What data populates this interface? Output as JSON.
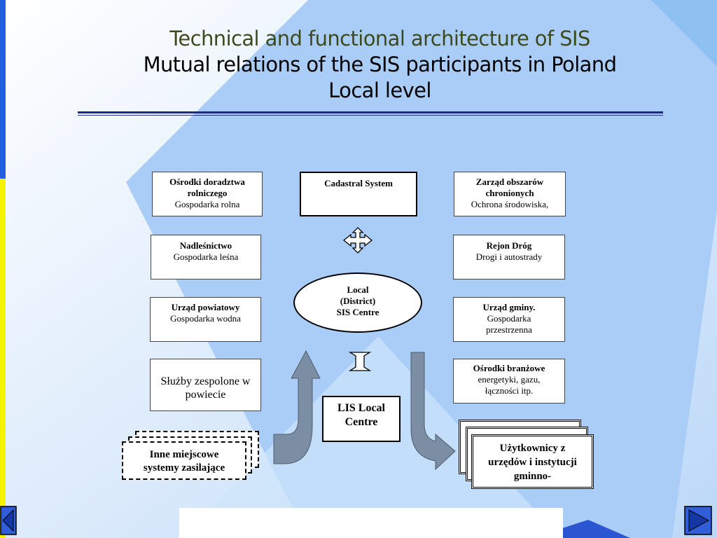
{
  "slide": {
    "title": "Technical and functional architecture of SIS",
    "subtitle_line1": "Mutual relations of the SIS participants in Poland",
    "subtitle_line2": "Local level"
  },
  "left_boxes": [
    {
      "bold": "Ośrodki doradztwa rolniczego",
      "text": "Gospodarka rolna"
    },
    {
      "bold": "Nadleśnictwo",
      "text": "Gospodarka leśna"
    },
    {
      "bold": "Urząd powiatowy",
      "text": "Gospodarka wodna"
    },
    {
      "bold": "",
      "text": "Służby zespolone w powiecie"
    }
  ],
  "right_boxes": [
    {
      "bold": "Zarząd obszarów chronionych",
      "text": "Ochrona środowiska,"
    },
    {
      "bold": "Rejon Dróg",
      "text": "Drogi i autostrady"
    },
    {
      "bold": "Urząd gminy.",
      "text": "Gospodarka przestrzenna"
    },
    {
      "bold": "Ośrodki branżowe",
      "text": "energetyki, gazu, łączności itp."
    }
  ],
  "center": {
    "cadastral": "Cadastral System",
    "local_line1": "Local",
    "local_line2": "(District)",
    "local_line3": "SIS Centre",
    "lis_line1": "LIS Local",
    "lis_line2": "Centre"
  },
  "bottom_left": {
    "line1": "Inne miejscowe",
    "line2": "systemy zasilające"
  },
  "bottom_right": {
    "line1": "Użytkownicy z",
    "line2": "urzędów i instytucji",
    "line3": "gminno-"
  },
  "nav": {
    "prev": "previous-slide",
    "next": "next-slide"
  },
  "colors": {
    "accent_blue": "#1d2a8a",
    "arrow_gray": "#7b8ea3",
    "nav_blue": "#1f4fd0"
  }
}
